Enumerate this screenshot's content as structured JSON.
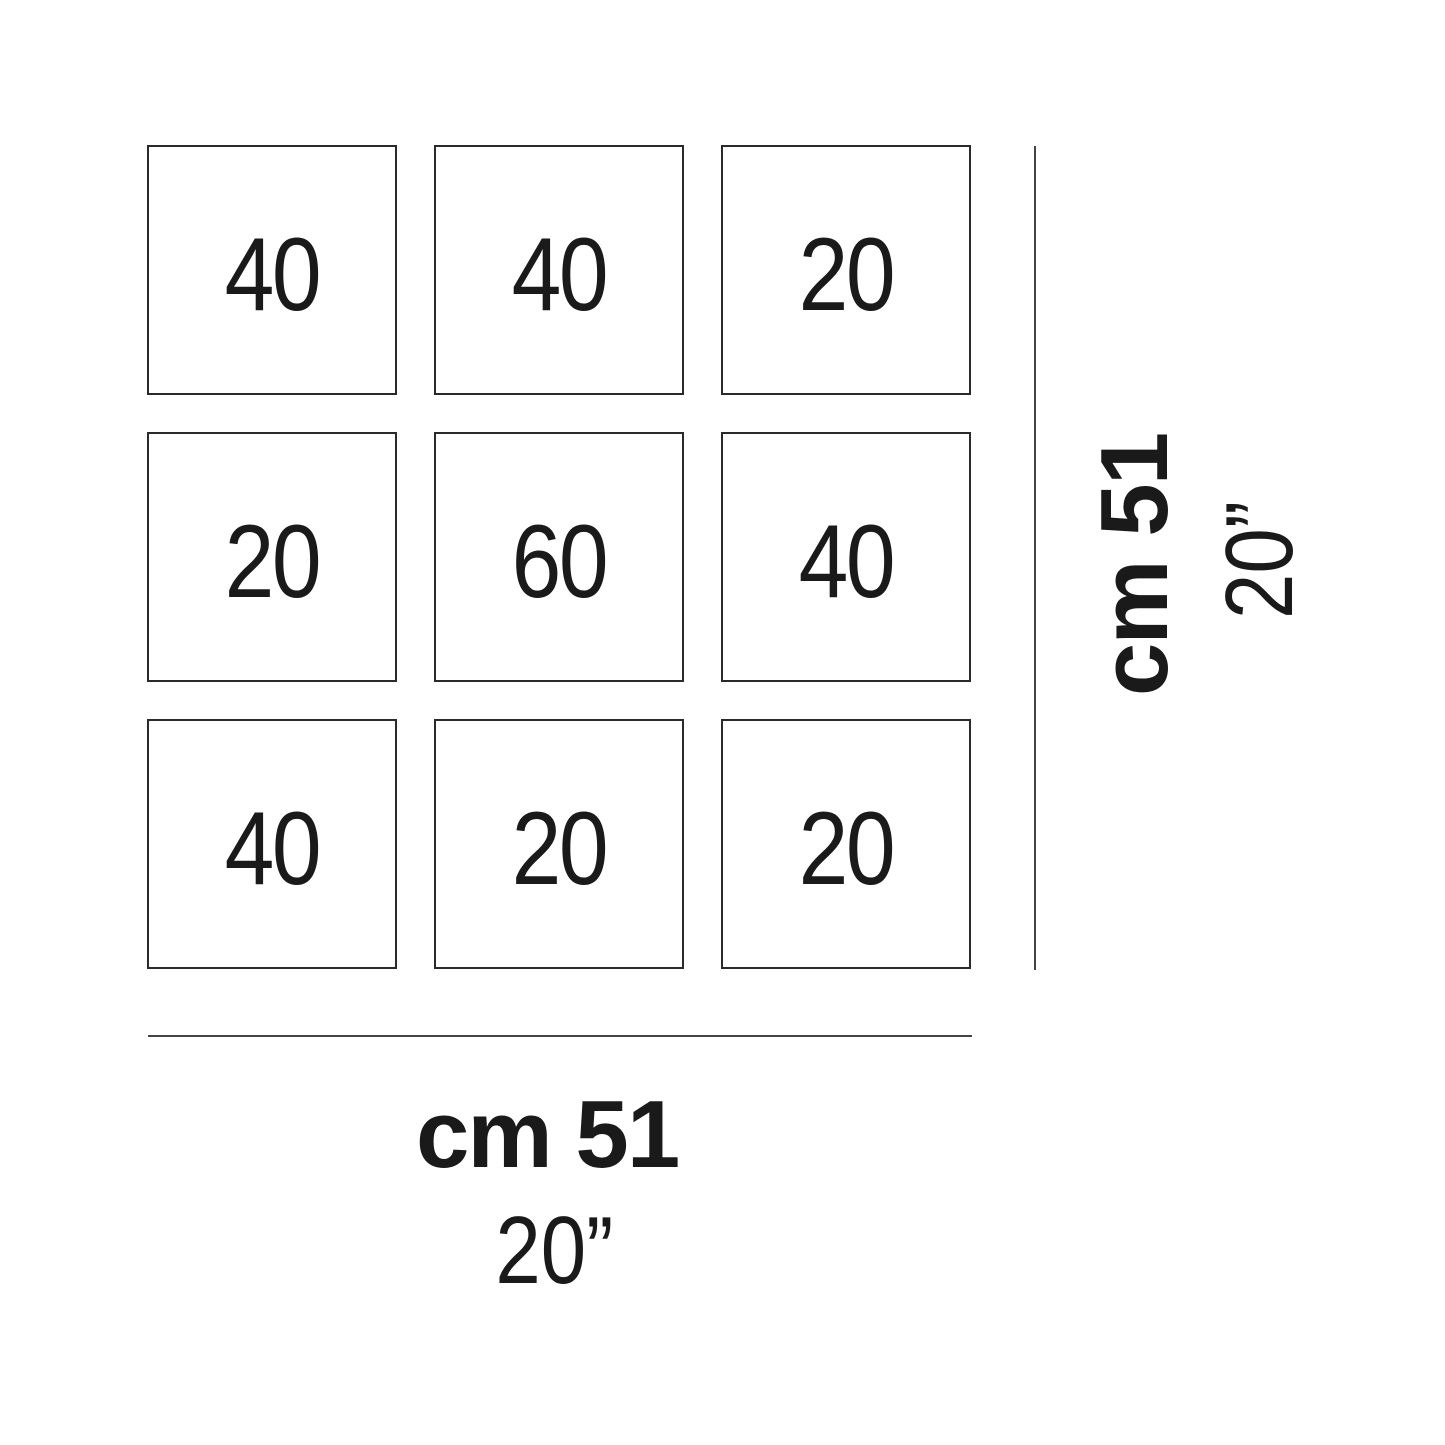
{
  "tiles": [
    [
      "40",
      "40",
      "20"
    ],
    [
      "20",
      "60",
      "40"
    ],
    [
      "40",
      "20",
      "20"
    ]
  ],
  "width_dimension": {
    "metric": "cm 51",
    "imperial": "20”"
  },
  "height_dimension": {
    "metric": "cm 51",
    "imperial": "20”"
  }
}
